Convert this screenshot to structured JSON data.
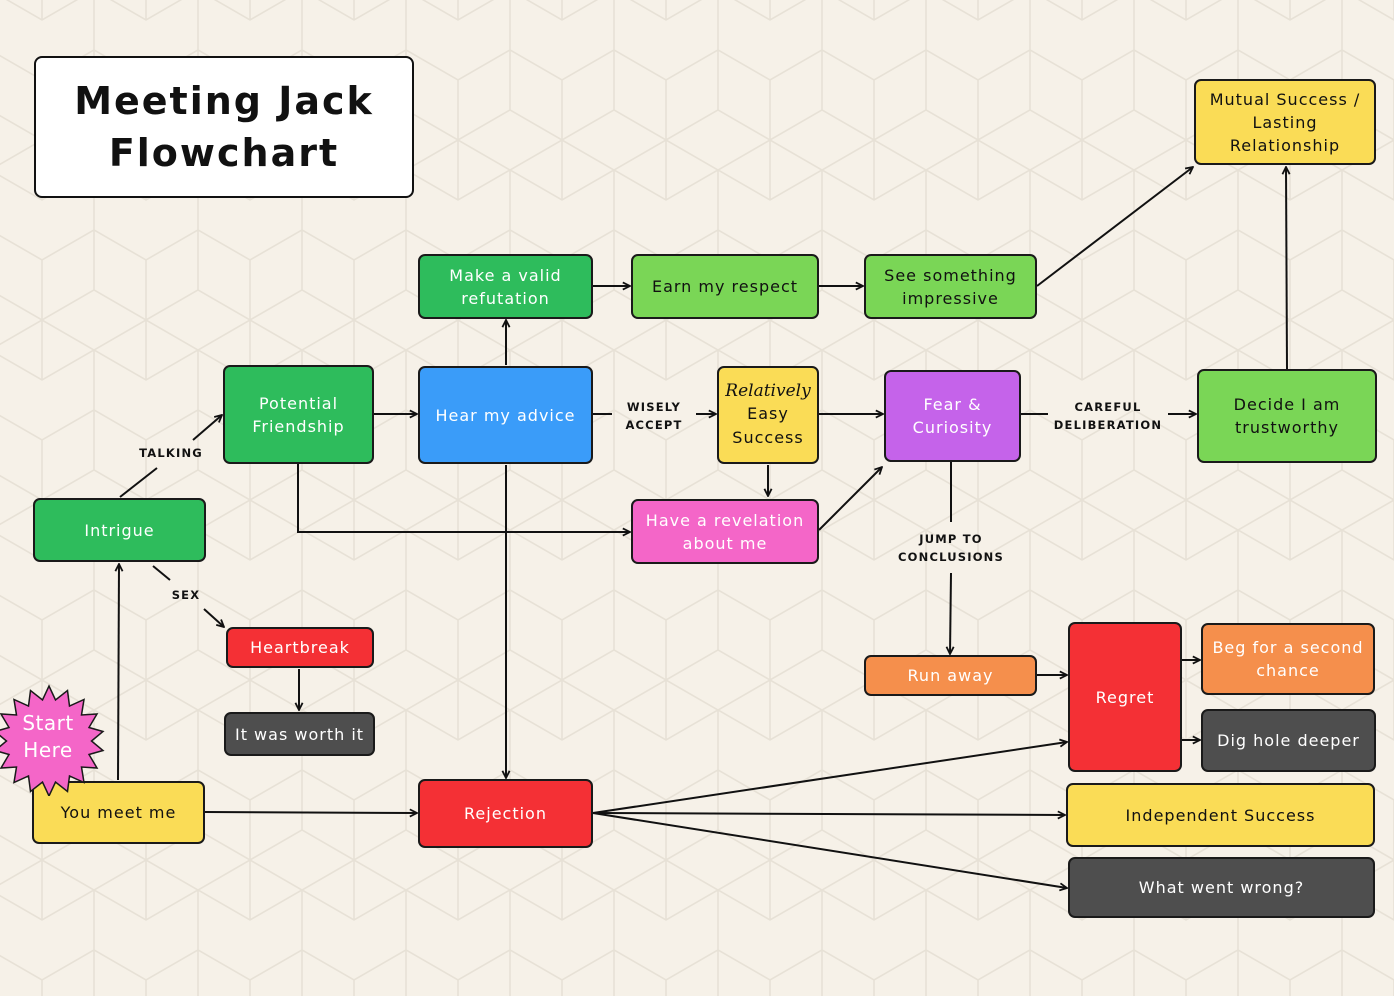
{
  "title": "Meeting Jack\nFlowchart",
  "start_badge": "Start\nHere",
  "colors": {
    "background": "#f6f1e8",
    "green": "#2ebc5c",
    "light_green": "#7ad656",
    "blue": "#3a9cf9",
    "yellow": "#fadc56",
    "purple": "#c563ea",
    "pink": "#f466c8",
    "red": "#f43035",
    "orange": "#f58f4c",
    "dark_gray": "#4e4e4e"
  },
  "nodes": {
    "you_meet_me": "You meet me",
    "intrigue": "Intrigue",
    "potential_friendship": "Potential\nFriendship",
    "heartbreak": "Heartbreak",
    "worth_it": "It was worth it",
    "hear_advice": "Hear my advice",
    "valid_refutation": "Make a valid\nrefutation",
    "earn_respect": "Earn my respect",
    "see_impressive": "See something\nimpressive",
    "mutual_success": "Mutual Success /\nLasting\nRelationship",
    "easy_success_script": "Relatively",
    "easy_success_plain": "Easy\nSuccess",
    "fear_curiosity": "Fear &\nCuriosity",
    "decide_trustworthy": "Decide I am\ntrustworthy",
    "revelation": "Have a revelation\nabout me",
    "run_away": "Run away",
    "regret": "Regret",
    "beg_second_chance": "Beg for a second\nchance",
    "dig_hole": "Dig hole deeper",
    "rejection": "Rejection",
    "independent_success": "Independent Success",
    "what_went_wrong": "What went wrong?"
  },
  "edge_labels": {
    "talking": "TALKING",
    "sex": "SEX",
    "wisely_accept": "WISELY\nACCEPT",
    "careful_deliberation": "CAREFUL\nDELIBERATION",
    "jump_to_conclusions": "JUMP TO\nCONCLUSIONS"
  },
  "edges": [
    {
      "from": "you_meet_me",
      "to": "intrigue"
    },
    {
      "from": "you_meet_me",
      "to": "rejection"
    },
    {
      "from": "intrigue",
      "to": "potential_friendship",
      "label": "talking"
    },
    {
      "from": "intrigue",
      "to": "heartbreak",
      "label": "sex"
    },
    {
      "from": "heartbreak",
      "to": "worth_it"
    },
    {
      "from": "potential_friendship",
      "to": "hear_advice"
    },
    {
      "from": "potential_friendship",
      "to": "revelation"
    },
    {
      "from": "hear_advice",
      "to": "valid_refutation"
    },
    {
      "from": "hear_advice",
      "to": "easy_success",
      "label": "wisely_accept"
    },
    {
      "from": "hear_advice",
      "to": "rejection"
    },
    {
      "from": "valid_refutation",
      "to": "earn_respect"
    },
    {
      "from": "earn_respect",
      "to": "see_impressive"
    },
    {
      "from": "see_impressive",
      "to": "mutual_success"
    },
    {
      "from": "easy_success",
      "to": "fear_curiosity"
    },
    {
      "from": "easy_success",
      "to": "revelation"
    },
    {
      "from": "revelation",
      "to": "fear_curiosity"
    },
    {
      "from": "fear_curiosity",
      "to": "decide_trustworthy",
      "label": "careful_deliberation"
    },
    {
      "from": "fear_curiosity",
      "to": "run_away",
      "label": "jump_to_conclusions"
    },
    {
      "from": "decide_trustworthy",
      "to": "mutual_success"
    },
    {
      "from": "run_away",
      "to": "regret"
    },
    {
      "from": "regret",
      "to": "beg_second_chance"
    },
    {
      "from": "regret",
      "to": "dig_hole"
    },
    {
      "from": "rejection",
      "to": "regret"
    },
    {
      "from": "rejection",
      "to": "independent_success"
    },
    {
      "from": "rejection",
      "to": "what_went_wrong"
    }
  ]
}
